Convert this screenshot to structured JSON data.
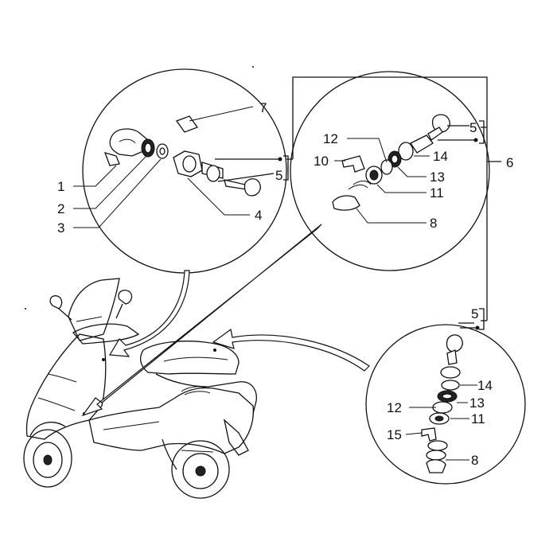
{
  "labels": {
    "inset_main": {
      "n1": "1",
      "n2": "2",
      "n3": "3",
      "n4": "4",
      "n5": "5",
      "n7": "7"
    },
    "inset_top_right": {
      "n5": "5",
      "n8": "8",
      "n10": "10",
      "n11": "11",
      "n12": "12",
      "n13": "13",
      "n14": "14"
    },
    "inset_bottom_right": {
      "n5": "5",
      "n8": "8",
      "n11": "11",
      "n12": "12",
      "n13": "13",
      "n14": "14",
      "n15": "15"
    },
    "group": {
      "n6": "6"
    }
  }
}
